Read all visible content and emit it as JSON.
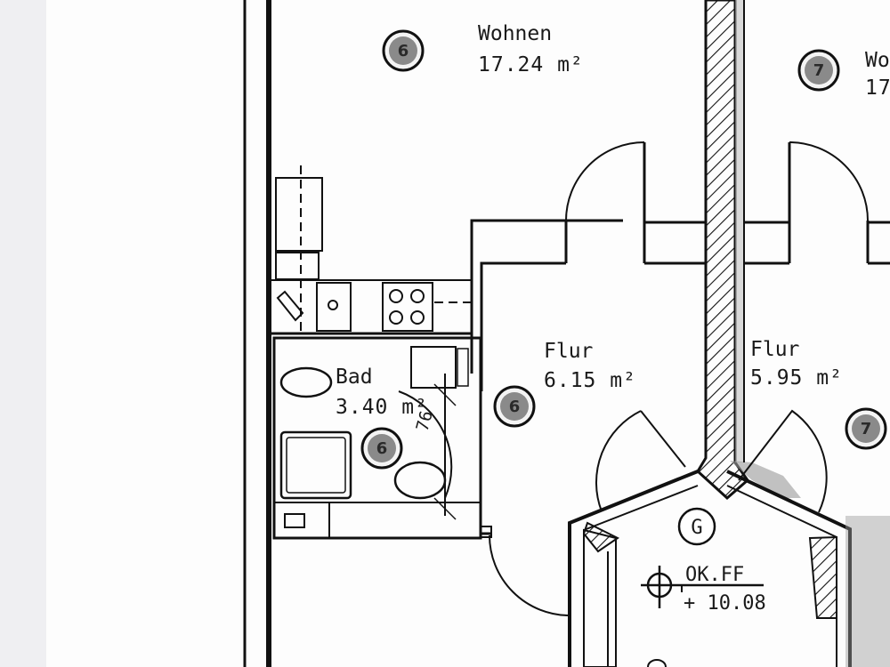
{
  "plan": {
    "rooms": {
      "wohnen_left": {
        "name": "Wohnen",
        "area": "17.24 m²",
        "number": "6"
      },
      "wohnen_right": {
        "name": "Wo",
        "area": "17",
        "number": "7"
      },
      "flur_left": {
        "name": "Flur",
        "area": "6.15 m²",
        "number": "6"
      },
      "flur_right": {
        "name": "Flur",
        "area": "5.95 m²",
        "number": "7"
      },
      "bad": {
        "name": "Bad",
        "area": "3.40 m²",
        "number": "6"
      }
    },
    "door_width": "76",
    "stair_mark": "G",
    "level": {
      "label": "OK.FF",
      "value": "+ 10.08"
    }
  }
}
